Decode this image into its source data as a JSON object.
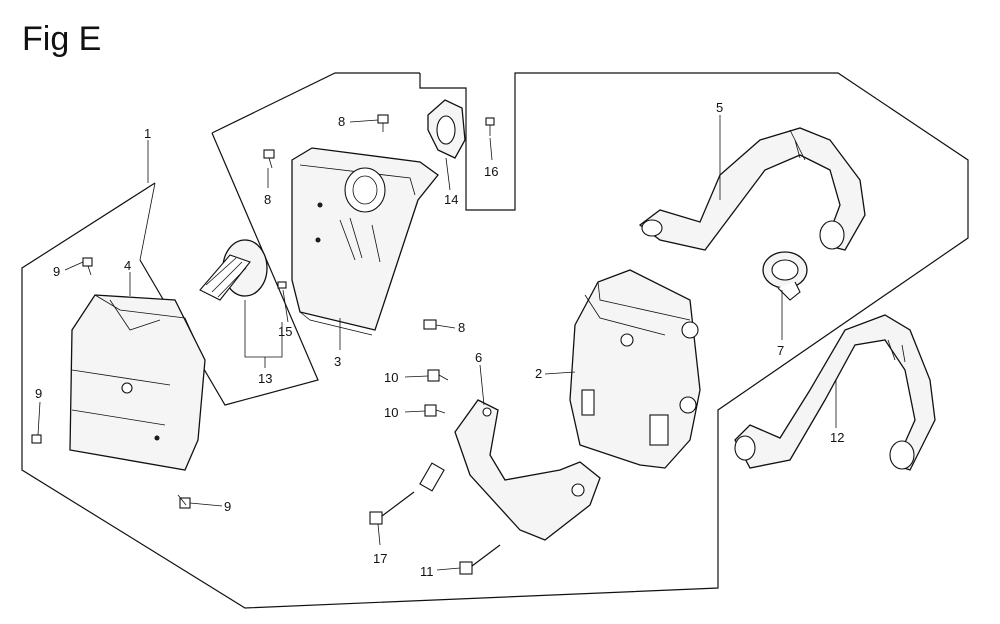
{
  "figure": {
    "title": "Fig E"
  },
  "callouts": {
    "c1": "1",
    "c2": "2",
    "c3": "3",
    "c4": "4",
    "c5": "5",
    "c6": "6",
    "c7": "7",
    "c8a": "8",
    "c8b": "8",
    "c8c": "8",
    "c9a": "9",
    "c9b": "9",
    "c9c": "9",
    "c10a": "10",
    "c10b": "10",
    "c11": "11",
    "c12": "12",
    "c13": "13",
    "c14": "14",
    "c15": "15",
    "c16": "16",
    "c17": "17"
  }
}
